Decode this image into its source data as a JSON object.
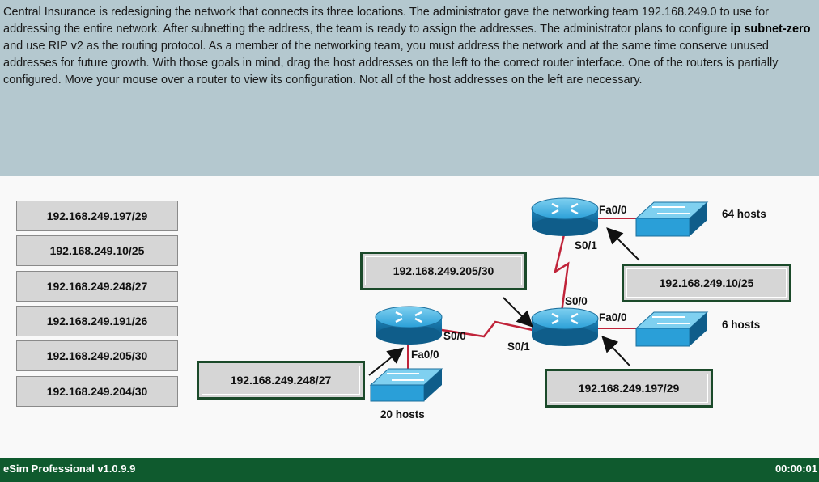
{
  "instructions": {
    "part1": "Central Insurance is redesigning the network that connects its three locations. The administrator gave the networking team 192.168.249.0 to use for addressing the entire network. After subnetting the address, the team is ready to assign the addresses. The administrator plans to configure ",
    "bold": "ip subnet-zero",
    "part2": " and use RIP v2 as the routing protocol. As a member of the networking team, you must address the network and at the same time conserve unused addresses for future growth. With those goals in mind, drag the host addresses on the left to the correct router interface. One of the routers is partially configured. Move your mouse over a router to view its configuration. Not all of the host addresses on the left are necessary."
  },
  "addresses": [
    "192.168.249.197/29",
    "192.168.249.10/25",
    "192.168.249.248/27",
    "192.168.249.191/26",
    "192.168.249.205/30",
    "192.168.249.204/30"
  ],
  "targets": {
    "serial": "192.168.249.205/30",
    "top_lan": "192.168.249.10/25",
    "left_lan": "192.168.249.248/27",
    "mid_lan": "192.168.249.197/29"
  },
  "labels": {
    "top_fa": "Fa0/0",
    "top_s01": "S0/1",
    "top_hosts": "64 hosts",
    "mid_s00": "S0/0",
    "mid_fa": "Fa0/0",
    "mid_s01": "S0/1",
    "mid_hosts": "6 hosts",
    "left_s00": "S0/0",
    "left_fa": "Fa0/0",
    "left_hosts": "20 hosts"
  },
  "footer": {
    "title": "eSim Professional v1.0.9.9",
    "timer": "00:00:01"
  },
  "colors": {
    "instructions_bg": "#b4c8cf",
    "footer_bg": "#0f5a2e",
    "serial_link": "#c0243a",
    "device_blue": "#2a9fd8",
    "slot_border": "#1b4a2a"
  }
}
